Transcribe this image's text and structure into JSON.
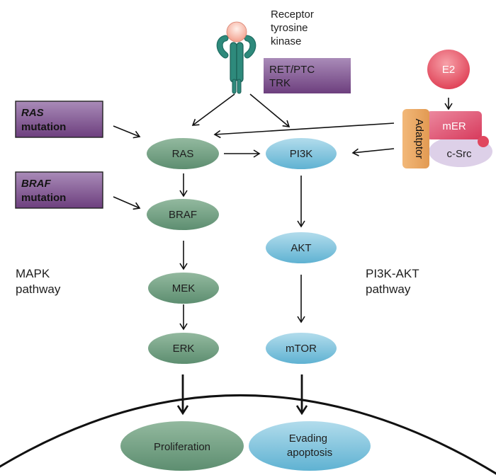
{
  "receptor": {
    "label_lines": [
      "Receptor",
      "tyrosine",
      "kinase"
    ],
    "icon": "receptor-tyrosine-kinase-icon"
  },
  "ret_ptc_box": {
    "lines": [
      "RET/PTC",
      "TRK"
    ]
  },
  "ras_mutation_box": {
    "gene": "RAS",
    "word": "mutation"
  },
  "braf_mutation_box": {
    "gene": "BRAF",
    "word": "mutation"
  },
  "e2": {
    "label": "E2"
  },
  "adaptor": {
    "label": "Adatptor"
  },
  "mer": {
    "label": "mER"
  },
  "csrc": {
    "label": "c-Src"
  },
  "mapk_nodes": {
    "ras": "RAS",
    "braf": "BRAF",
    "mek": "MEK",
    "erk": "ERK"
  },
  "pi3k_nodes": {
    "pi3k": "PI3K",
    "akt": "AKT",
    "mtor": "mTOR"
  },
  "pathway_labels": {
    "mapk": [
      "MAPK",
      "pathway"
    ],
    "pi3k_akt": [
      "PI3K-AKT",
      "pathway"
    ]
  },
  "outcomes": {
    "proliferation": [
      "Proliferation"
    ],
    "evading_apoptosis": [
      "Evading",
      "apoptosis"
    ]
  },
  "colors": {
    "mapk_green": "#6f9f82",
    "pi3k_blue": "#7fc3dc",
    "mutation_purple": "#7d4f8c",
    "e2_red": "#e14a5c",
    "adaptor_orange": "#e8a25e",
    "mer_pink": "#dd4a6a",
    "csrc_lavender": "#ddd0e8",
    "receptor_teal": "#2e8a7c",
    "ligand_peach": "#f4b4a4"
  }
}
